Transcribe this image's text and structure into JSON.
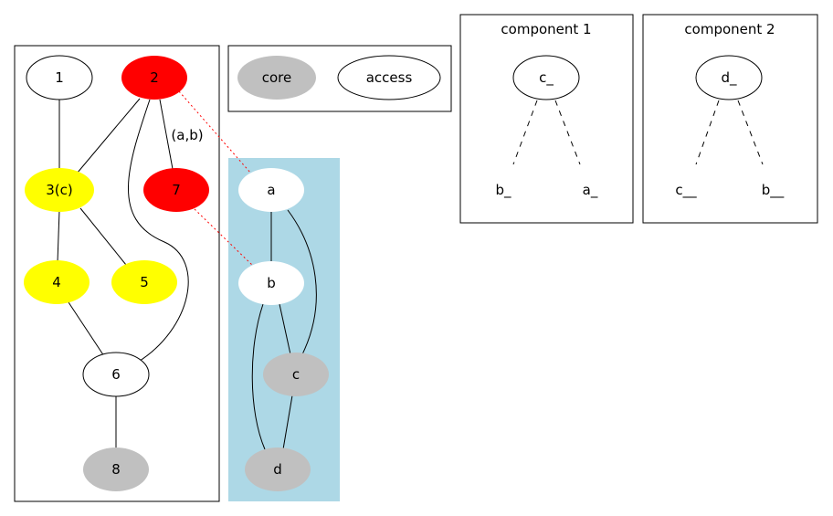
{
  "graph": {
    "nodes": {
      "n1": "1",
      "n2": "2",
      "n3": "3(c)",
      "n4": "4",
      "n5": "5",
      "n6": "6",
      "n7": "7",
      "n8": "8"
    },
    "edge_label_2_7": "(a,b)"
  },
  "legend": {
    "core": "core",
    "access": "access"
  },
  "network": {
    "a": "a",
    "b": "b",
    "c": "c",
    "d": "d"
  },
  "component1": {
    "title": "component 1",
    "root": "c_",
    "left": "b_",
    "right": "a_"
  },
  "component2": {
    "title": "component 2",
    "root": "d_",
    "left": "c__",
    "right": "b__"
  },
  "colors": {
    "red": "#ff0000",
    "yellow": "#ffff00",
    "gray": "#c0c0c0",
    "lightblue": "#add8e6",
    "white": "#ffffff"
  }
}
